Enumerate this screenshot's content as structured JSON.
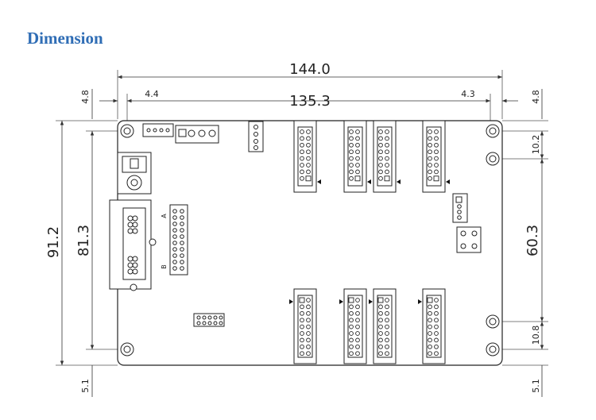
{
  "heading": "Dimension",
  "dimensions": {
    "overall_width": "144.0",
    "hole_span_width": "135.3",
    "left_hole_offset": "4.4",
    "right_hole_offset": "4.3",
    "left_vertical_offset": "4.8",
    "right_vertical_offset": "4.8",
    "overall_height": "91.2",
    "hole_span_height": "81.3",
    "right_upper_gap": "10.2",
    "right_mid_span": "60.3",
    "right_lower_gap": "10.8",
    "left_bottom_offset": "5.1",
    "right_bottom_offset": "5.1"
  },
  "board_labels": {
    "a": "A",
    "b": "B"
  }
}
